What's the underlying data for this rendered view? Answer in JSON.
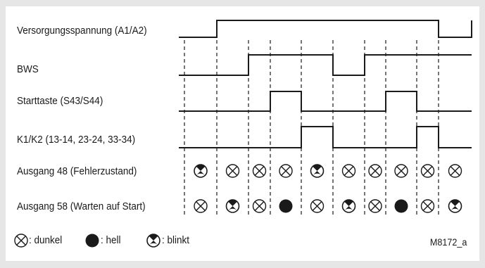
{
  "signals": [
    {
      "label": "Versorgungsspannung (A1/A2)",
      "initial": 0,
      "toggles": [
        2,
        10,
        11
      ]
    },
    {
      "label": "BWS",
      "initial": 0,
      "toggles": [
        3,
        6,
        7
      ]
    },
    {
      "label": "Starttaste (S43/S44)",
      "initial": 0,
      "toggles": [
        4,
        5,
        8,
        9
      ]
    },
    {
      "label": "K1/K2 (13-14, 23-24, 33-34)",
      "initial": 0,
      "toggles": [
        5,
        6,
        9,
        10
      ]
    }
  ],
  "state_rows": [
    {
      "label": "Ausgang 48 (Fehlerzustand)",
      "states": [
        "blinkt",
        "dunkel",
        "dunkel",
        "dunkel",
        "blinkt",
        "dunkel",
        "dunkel",
        "dunkel",
        "dunkel",
        "dunkel"
      ]
    },
    {
      "label": "Ausgang 58 (Warten auf Start)",
      "states": [
        "dunkel",
        "blinkt",
        "dunkel",
        "hell",
        "dunkel",
        "blinkt",
        "dunkel",
        "hell",
        "dunkel",
        "blinkt"
      ]
    }
  ],
  "legend": {
    "dunkel_label": ": dunkel",
    "hell_label": ": hell",
    "blinkt_label": ": blinkt"
  },
  "figure_code": "M8172_a",
  "colors": {
    "line": "#1a1a1a",
    "background": "#e6e6e6",
    "panel": "#ffffff"
  }
}
